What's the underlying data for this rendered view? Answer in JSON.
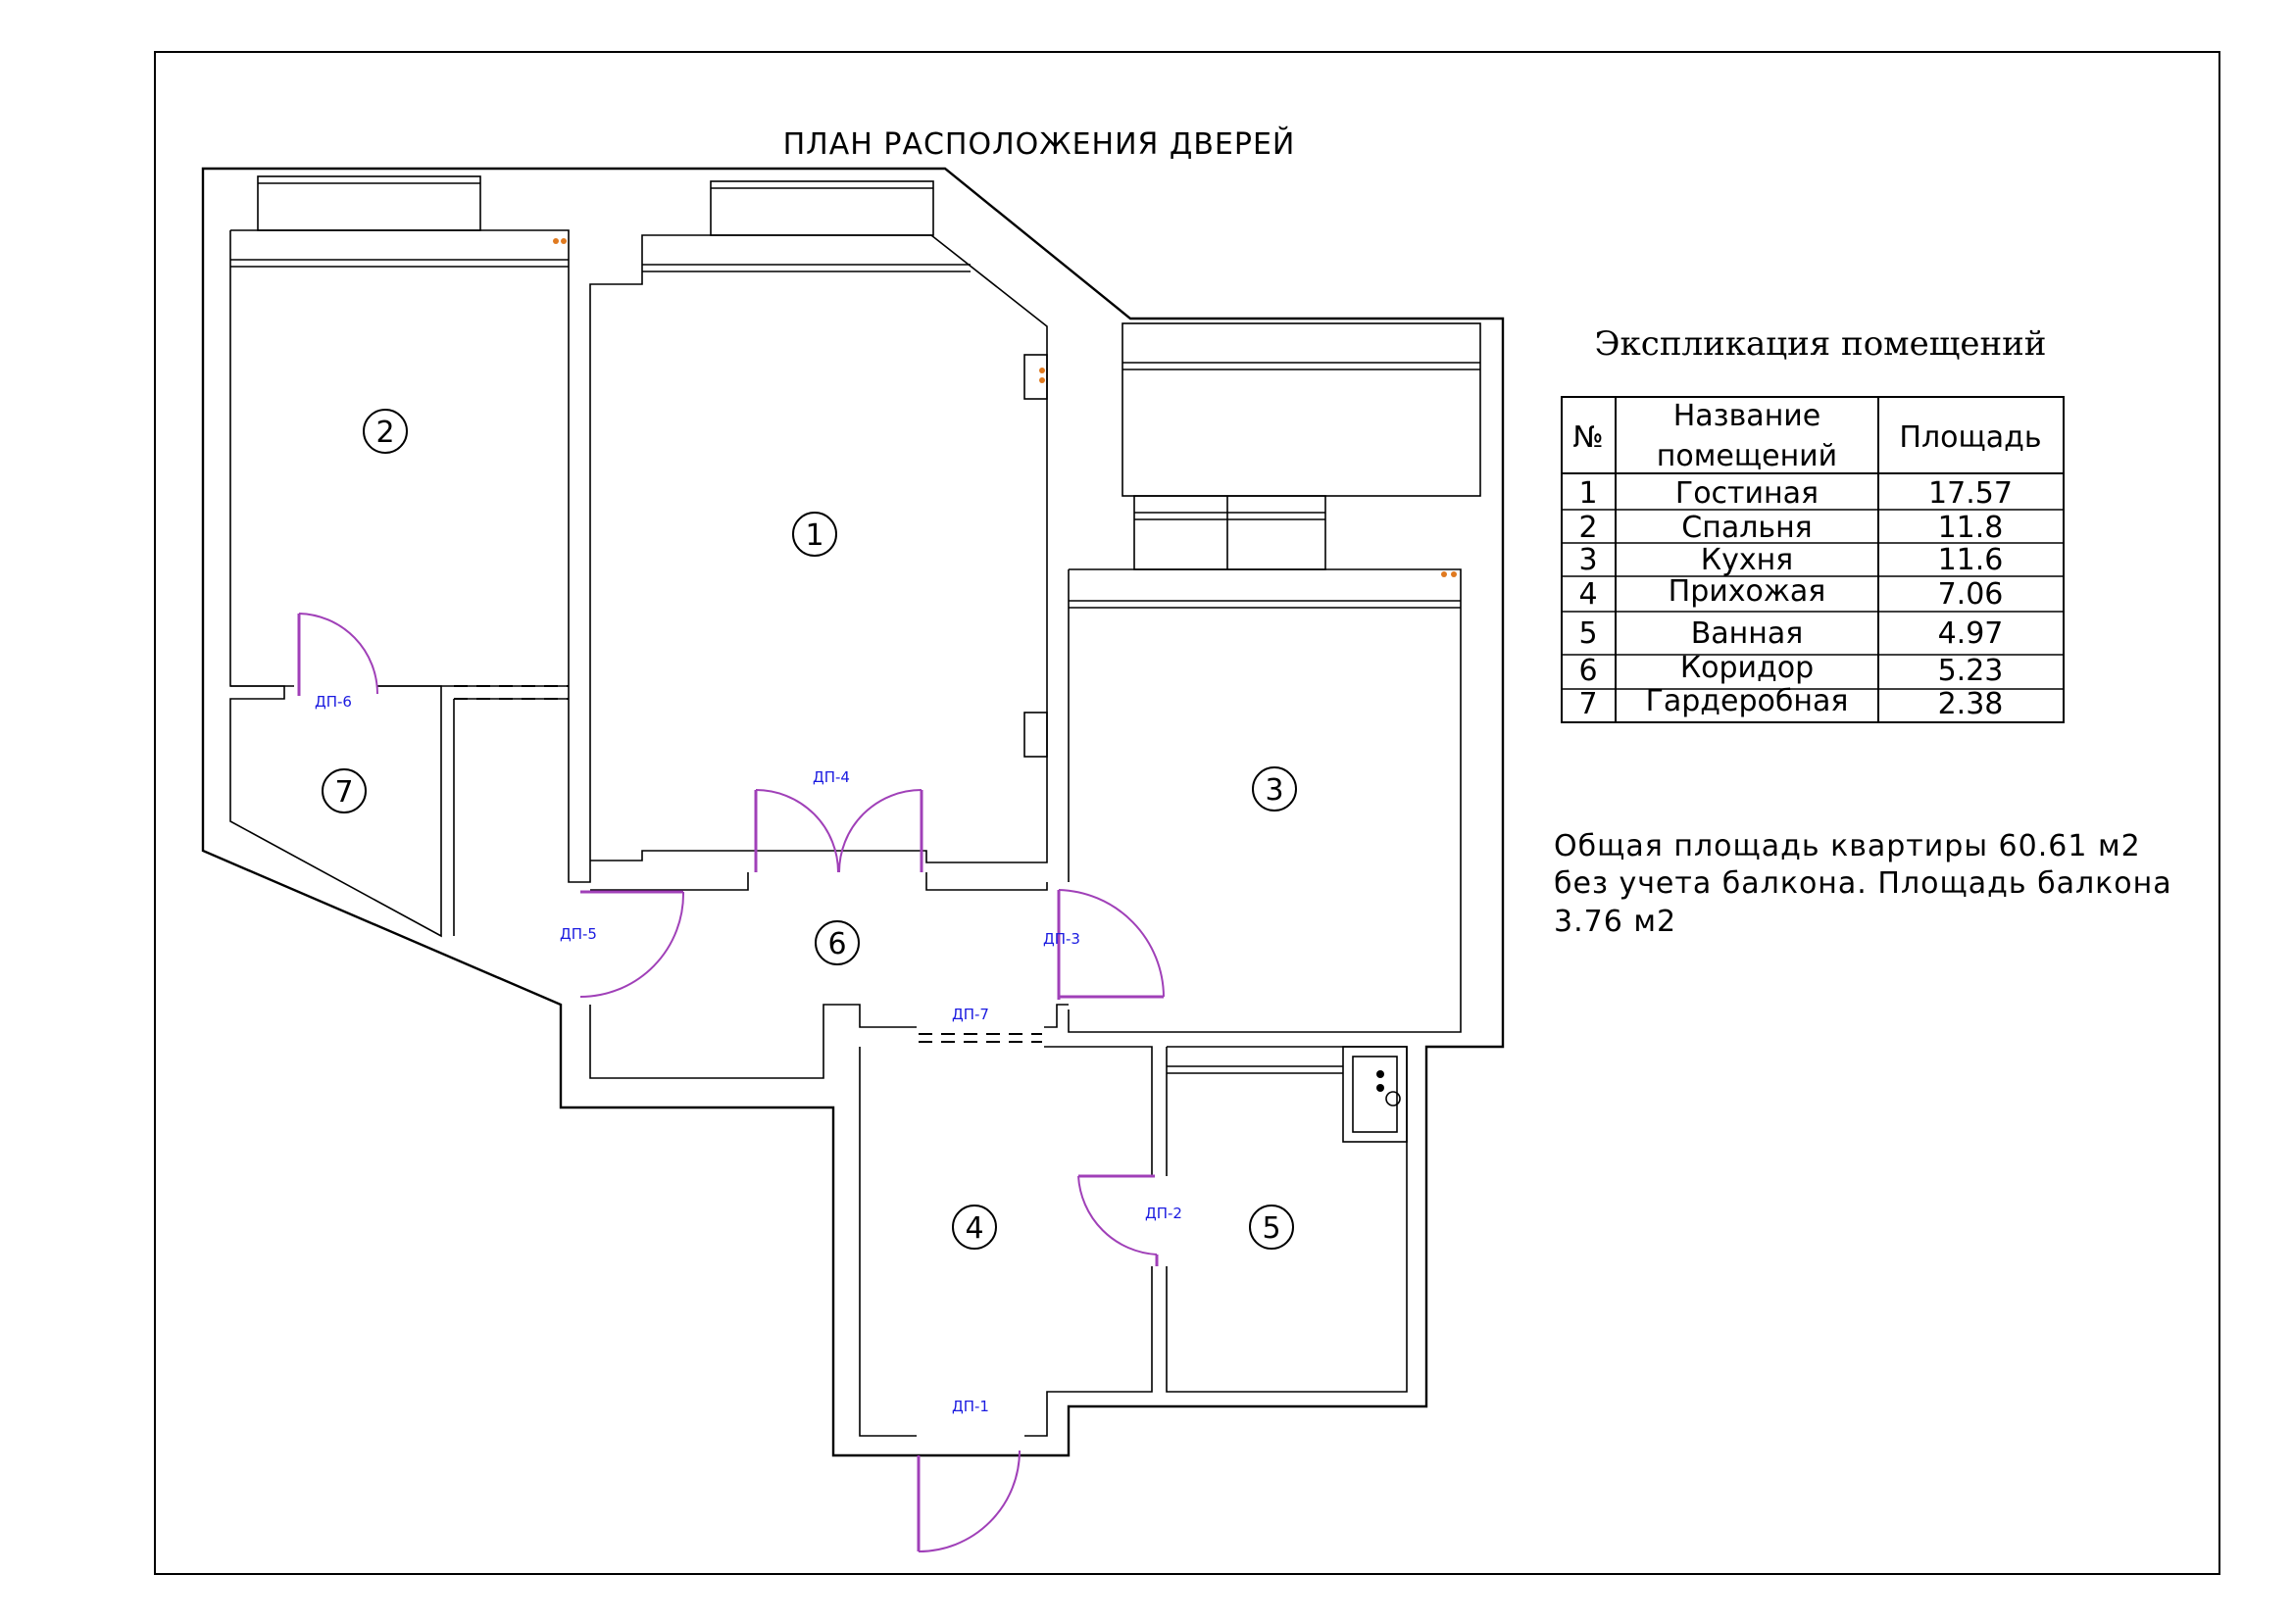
{
  "header": {
    "title": "ПЛАН РАСПОЛОЖЕНИЯ ДВЕРЕЙ"
  },
  "explication": {
    "title": "Экспликация помещений",
    "columns": [
      "№",
      "Название помещений",
      "Площадь"
    ],
    "column_name_lines": [
      "Название",
      "помещений"
    ],
    "rows": [
      {
        "no": "1",
        "name": "Гостиная",
        "area": "17.57"
      },
      {
        "no": "2",
        "name": "Спальня",
        "area": "11.8"
      },
      {
        "no": "3",
        "name": "Кухня",
        "area": "11.6"
      },
      {
        "no": "4",
        "name": "Прихожая",
        "area": "7.06"
      },
      {
        "no": "5",
        "name": "Ванная",
        "area": "4.97"
      },
      {
        "no": "6",
        "name": "Коридор",
        "area": "5.23"
      },
      {
        "no": "7",
        "name": "Гардеробная",
        "area": "2.38"
      }
    ]
  },
  "note": {
    "line1": "Общая площадь квартиры 60.61 м2",
    "line2": "без учета балкона. Площадь балкона",
    "line3": "3.76 м2"
  },
  "rooms": [
    "1",
    "2",
    "3",
    "4",
    "5",
    "6",
    "7"
  ],
  "doors": [
    "ДП-1",
    "ДП-2",
    "ДП-3",
    "ДП-4",
    "ДП-5",
    "ДП-6",
    "ДП-7"
  ],
  "colors": {
    "door_arc": "#a040b8",
    "door_label": "#1a1ae0",
    "socket": "#e07a20"
  }
}
